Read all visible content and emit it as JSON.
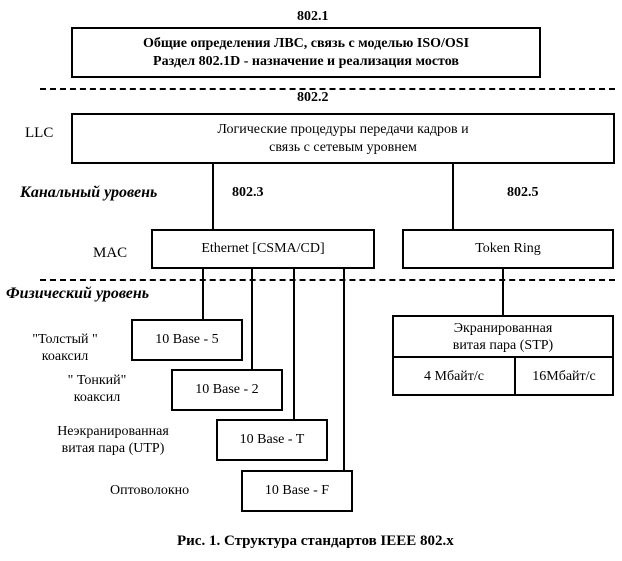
{
  "standards": {
    "s8021": "802.1",
    "s8022": "802.2",
    "s8023": "802.3",
    "s8025": "802.5"
  },
  "box_8021": {
    "line1": "Общие определения ЛВС, связь с моделью ISO/OSI",
    "line2": "Раздел 802.1D - назначение и реализация мостов"
  },
  "box_llc": {
    "line1": "Логические процедуры передачи кадров и",
    "line2": "связь с сетевым уровнем"
  },
  "labels": {
    "llc": "LLC",
    "mac": "MAC",
    "data_link_level": "Канальный уровень",
    "physical_level": "Физический  уровень"
  },
  "ethernet": "Ethernet [CSMA/CD]",
  "token_ring": "Token Ring",
  "media": [
    {
      "box": "10 Base - 5",
      "label1": "\"Толстый \"",
      "label2": "коаксил"
    },
    {
      "box": "10 Base - 2",
      "label1": "\" Тонкий\"",
      "label2": "коаксил"
    },
    {
      "box": "10 Base - T",
      "label1": "Неэкранированная",
      "label2": "витая пара (UTP)"
    },
    {
      "box": "10 Base - F",
      "label1": "Оптоволокно",
      "label2": ""
    }
  ],
  "stp": {
    "line1": "Экранированная",
    "line2": "витая пара (STP)",
    "speed1": "4 Мбайт/с",
    "speed2": "16Мбайт/с"
  },
  "caption": "Рис. 1. Структура стандартов IEEE 802.x"
}
